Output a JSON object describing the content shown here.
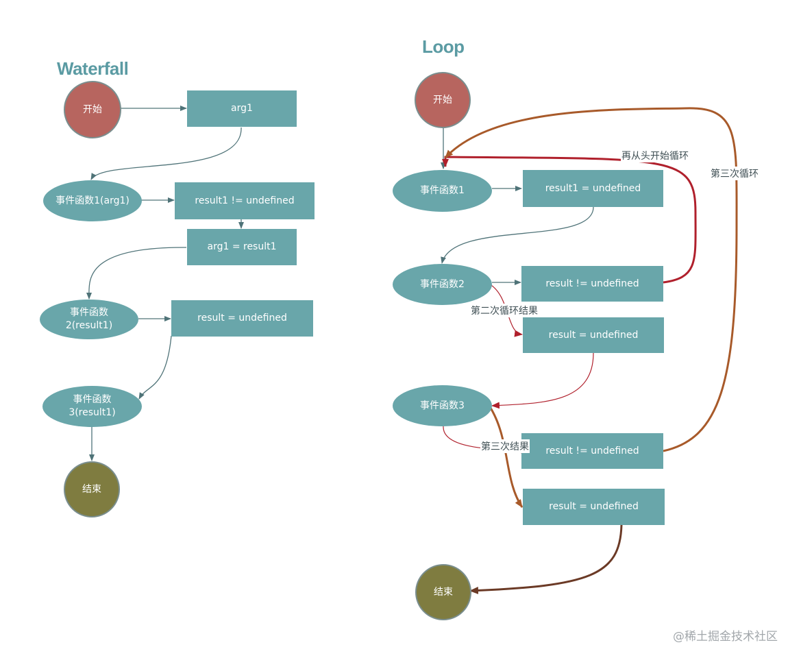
{
  "waterfall": {
    "title": "Waterfall",
    "start": "开始",
    "arg1": "arg1",
    "fn1": "事件函数1(arg1)",
    "check1": "result1 != undefined",
    "assign": "arg1  = result1",
    "fn2": "事件函数\n2(result1)",
    "check2": "result = undefined",
    "fn3": "事件函数\n3(result1)",
    "end": "结束"
  },
  "loop": {
    "title": "Loop",
    "start": "开始",
    "fn1": "事件函数1",
    "check1": "result1 = undefined",
    "fn2": "事件函数2",
    "check2a": "result != undefined",
    "check2b": "result = undefined",
    "fn3": "事件函数3",
    "check3a": "result != undefined",
    "check3b": "result = undefined",
    "end": "结束",
    "label_restart": "再从头开始循环",
    "label_third_loop": "第三次循环",
    "label_second_result": "第二次循环结果",
    "label_third_result": "第三次结果"
  },
  "watermark": "@稀土掘金技术社区",
  "colors": {
    "node_fill": "#69a6aa",
    "start_fill": "#b7655f",
    "end_fill": "#7f7c40",
    "title": "#5b9ba3",
    "edge_teal": "#4f7378",
    "edge_red": "#b0202c",
    "edge_orange": "#a85a2a",
    "edge_brown": "#6b3a26"
  }
}
